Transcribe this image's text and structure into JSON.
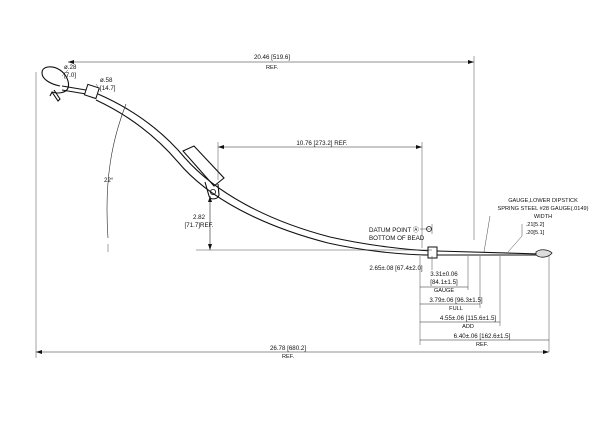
{
  "dims": {
    "overall_ref": {
      "value": "20.46 [519.6]",
      "note": "REF."
    },
    "hook_dia": {
      "value": "ø.28",
      "mm": "[7.0]"
    },
    "tube_dia": {
      "value": "ø.58",
      "mm": "[14.7]"
    },
    "angle": "22°",
    "bend_length": "10.76 [273.2] REF.",
    "bend_height": {
      "value": "2.82",
      "mm": "[71.7]REF."
    },
    "datum": {
      "line1": "DATUM POINT Ⓐ",
      "line2": "BOTTOM OF BEAD"
    },
    "bead_offset": "2.65±.08 [67.4±2.0]",
    "gauge_mark": {
      "value": "3.31±0.06",
      "mm": "[84.1±1.5]",
      "label": "GAUGE"
    },
    "full_mark": {
      "value": "3.79±.06 [96.3±1.5]",
      "label": "FULL"
    },
    "add_mark": {
      "value": "4.55±.06 [115.6±1.5]",
      "label": "ADD"
    },
    "blade_ref": {
      "value": "6.40±.06 [162.6±1.5]",
      "label": "REF."
    },
    "total_ref": {
      "value": "26.78 [680.2]",
      "label": "REF."
    },
    "gauge_note": {
      "line1": "GAUGE,LOWER DIPSTICK",
      "line2": "SPRING STEEL #28 GAUGE(.0149)",
      "line3": "WIDTH",
      "line4": ".21[5.2]",
      "line5": ".20[5.1]"
    }
  },
  "colors": {
    "line": "#111111",
    "background": "#ffffff"
  }
}
